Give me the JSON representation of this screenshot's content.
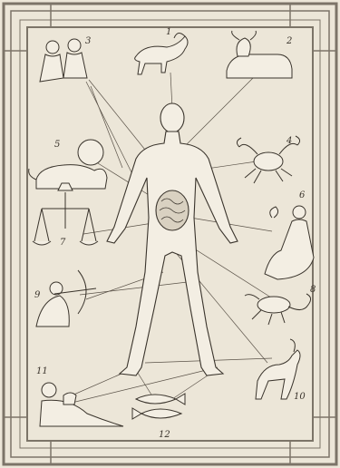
{
  "engraving": {
    "ink": "#3a342c",
    "paper": "#ece6d8",
    "frame": "#7c7468",
    "signs": [
      {
        "id": "aries",
        "label": "1"
      },
      {
        "id": "taurus",
        "label": "2"
      },
      {
        "id": "gemini",
        "label": "3"
      },
      {
        "id": "cancer",
        "label": "4"
      },
      {
        "id": "leo",
        "label": "5"
      },
      {
        "id": "virgo",
        "label": "6"
      },
      {
        "id": "libra",
        "label": "7"
      },
      {
        "id": "scorpio",
        "label": "8"
      },
      {
        "id": "sagittarius",
        "label": "9"
      },
      {
        "id": "capricorn",
        "label": "10"
      },
      {
        "id": "aquarius",
        "label": "11"
      },
      {
        "id": "pisces",
        "label": "12"
      }
    ]
  }
}
